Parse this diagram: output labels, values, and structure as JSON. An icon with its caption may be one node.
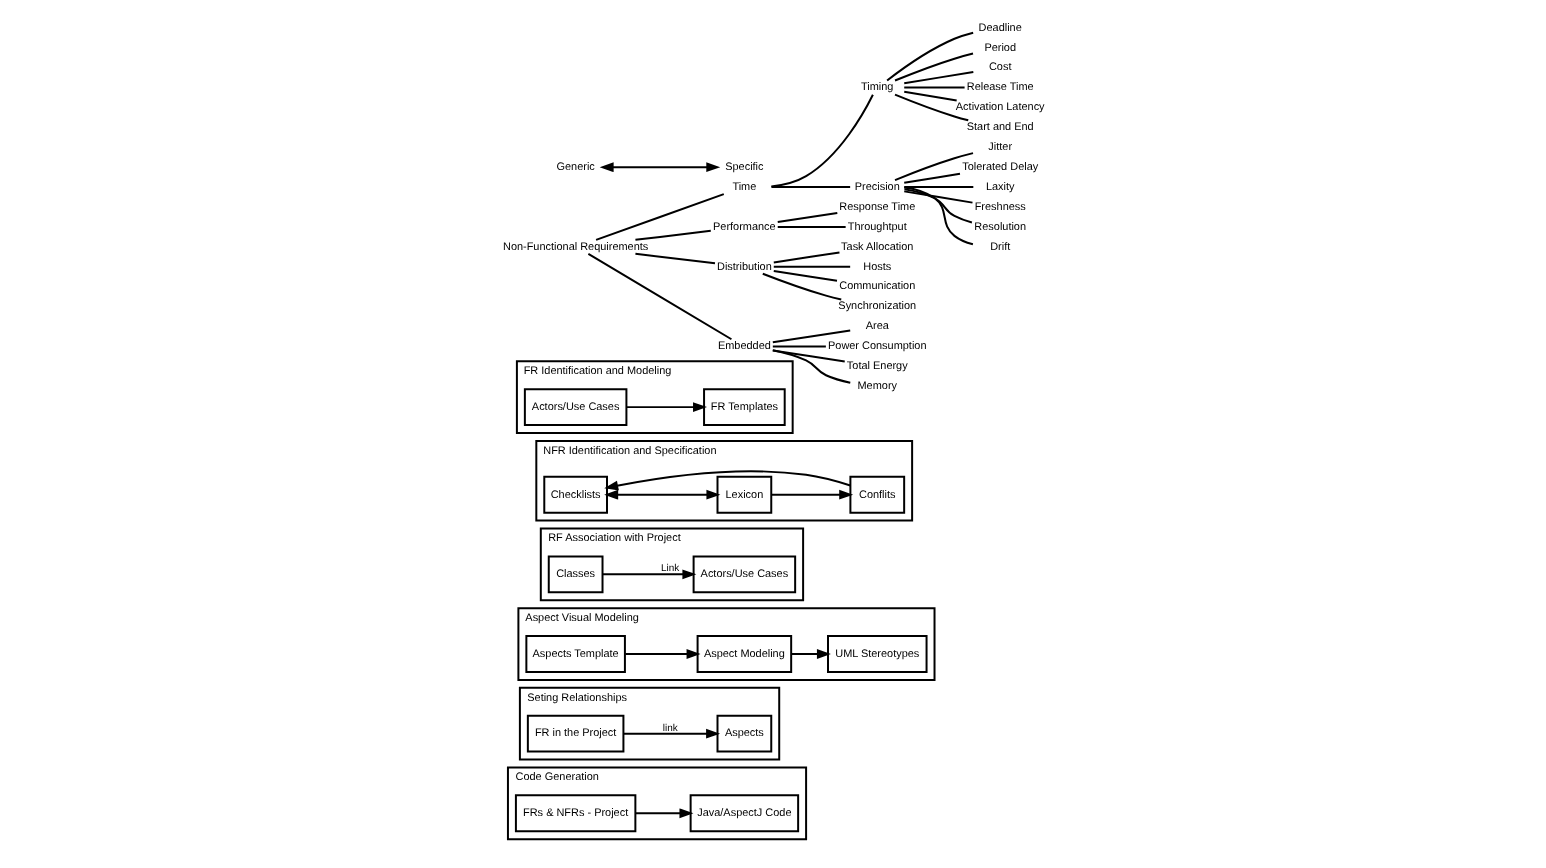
{
  "diagram": {
    "nodes": [
      {
        "text": [
          "FR Identification and Modeling"
        ]
      },
      {
        "text": [
          "Actors/Use Cases"
        ],
        "in": 0
      },
      {
        "text": [
          "FR Templates"
        ],
        "in": 0
      },
      {
        "text": [
          "NFR Identification and Specification"
        ]
      },
      {
        "text": [
          "Checklists"
        ],
        "in": 3
      },
      {
        "text": [
          "Lexicon"
        ],
        "in": 3
      },
      {
        "text": [
          "Conflits"
        ],
        "in": 3
      },
      {
        "text": [
          "RF Association with Project"
        ]
      },
      {
        "text": [
          "Classes"
        ],
        "in": 7
      },
      {
        "text": [
          "Actors/Use Cases"
        ],
        "in": 7
      },
      {
        "text": [
          "Aspect Visual Modeling"
        ]
      },
      {
        "text": [
          "Aspects Template"
        ],
        "in": 10
      },
      {
        "text": [
          "Aspect Modeling"
        ],
        "in": 10
      },
      {
        "text": [
          "UML Stereotypes"
        ],
        "in": 10
      },
      {
        "text": [
          "Seting Relationships"
        ]
      },
      {
        "text": [
          "FR in the Project"
        ],
        "in": 14
      },
      {
        "text": [
          "Aspects"
        ],
        "in": 14
      },
      {
        "text": [
          "Code Generation"
        ]
      },
      {
        "text": [
          "FRs & NFRs - Project"
        ],
        "in": 17
      },
      {
        "text": [
          "Java/AspectJ Code"
        ],
        "in": 17
      },
      {
        "text": [
          "Non-Functional Requirements"
        ]
      },
      {
        "text": [
          "Time"
        ]
      },
      {
        "text": [
          "Timing"
        ]
      },
      {
        "text": [
          "Deadline"
        ]
      },
      {
        "text": [
          "Period"
        ]
      },
      {
        "text": [
          "Cost"
        ]
      },
      {
        "text": [
          "Release Time"
        ]
      },
      {
        "text": [
          "Activation Latency"
        ]
      },
      {
        "text": [
          "Start and End"
        ]
      },
      {
        "text": [
          "Precision"
        ]
      },
      {
        "text": [
          "Jitter"
        ]
      },
      {
        "text": [
          "Tolerated Delay"
        ]
      },
      {
        "text": [
          "Laxity"
        ]
      },
      {
        "text": [
          "Freshness"
        ]
      },
      {
        "text": [
          "Resolution"
        ]
      },
      {
        "text": [
          "Drift"
        ]
      },
      {
        "text": [
          "Performance"
        ]
      },
      {
        "text": [
          "Response Time"
        ]
      },
      {
        "text": [
          "Throughtput"
        ]
      },
      {
        "text": [
          "Distribution"
        ]
      },
      {
        "text": [
          "Task Allocation"
        ]
      },
      {
        "text": [
          "Hosts"
        ]
      },
      {
        "text": [
          "Communication"
        ]
      },
      {
        "text": [
          "Synchronization"
        ]
      },
      {
        "text": [
          "Embedded"
        ]
      },
      {
        "text": [
          "Area"
        ]
      },
      {
        "text": [
          "Power Consumption"
        ]
      },
      {
        "text": [
          "Total Energy"
        ]
      },
      {
        "text": [
          "Memory"
        ]
      },
      {
        "text": [
          "Generic"
        ]
      },
      {
        "text": [
          "Specific"
        ]
      }
    ],
    "edges": [
      {
        "from": 1,
        "to": 2,
        "arrow": "to"
      },
      {
        "from": 4,
        "to": 5,
        "arrow": "both"
      },
      {
        "from": 5,
        "to": 6,
        "arrow": "to"
      },
      {
        "from": 6,
        "to": 4,
        "arrow": "to"
      },
      {
        "from": 8,
        "to": 9,
        "arrow": "to",
        "label": "Link"
      },
      {
        "from": 11,
        "to": 12,
        "arrow": "to"
      },
      {
        "from": 12,
        "to": 13,
        "arrow": "to"
      },
      {
        "from": 15,
        "to": 16,
        "arrow": "to",
        "label": "link"
      },
      {
        "from": 18,
        "to": 19,
        "arrow": "to"
      },
      {
        "from": 20,
        "to": 21,
        "arrow": "none"
      },
      {
        "from": 20,
        "to": 36,
        "arrow": "none"
      },
      {
        "from": 20,
        "to": 39,
        "arrow": "none"
      },
      {
        "from": 20,
        "to": 44,
        "arrow": "none"
      },
      {
        "from": 21,
        "to": 22,
        "arrow": "none"
      },
      {
        "from": 21,
        "to": 29,
        "arrow": "none"
      },
      {
        "from": 22,
        "to": 23,
        "arrow": "none"
      },
      {
        "from": 22,
        "to": 24,
        "arrow": "none"
      },
      {
        "from": 22,
        "to": 25,
        "arrow": "none"
      },
      {
        "from": 22,
        "to": 26,
        "arrow": "none"
      },
      {
        "from": 22,
        "to": 27,
        "arrow": "none"
      },
      {
        "from": 22,
        "to": 28,
        "arrow": "none"
      },
      {
        "from": 29,
        "to": 30,
        "arrow": "none"
      },
      {
        "from": 29,
        "to": 31,
        "arrow": "none"
      },
      {
        "from": 29,
        "to": 32,
        "arrow": "none"
      },
      {
        "from": 29,
        "to": 33,
        "arrow": "none"
      },
      {
        "from": 29,
        "to": 34,
        "arrow": "none"
      },
      {
        "from": 29,
        "to": 35,
        "arrow": "none"
      },
      {
        "from": 36,
        "to": 37,
        "arrow": "none"
      },
      {
        "from": 36,
        "to": 38,
        "arrow": "none"
      },
      {
        "from": 39,
        "to": 40,
        "arrow": "none"
      },
      {
        "from": 39,
        "to": 41,
        "arrow": "none"
      },
      {
        "from": 39,
        "to": 42,
        "arrow": "none"
      },
      {
        "from": 39,
        "to": 43,
        "arrow": "none"
      },
      {
        "from": 44,
        "to": 45,
        "arrow": "none"
      },
      {
        "from": 44,
        "to": 46,
        "arrow": "none"
      },
      {
        "from": 44,
        "to": 47,
        "arrow": "none"
      },
      {
        "from": 44,
        "to": 48,
        "arrow": "none"
      },
      {
        "from": 49,
        "to": 50,
        "arrow": "both"
      }
    ]
  }
}
